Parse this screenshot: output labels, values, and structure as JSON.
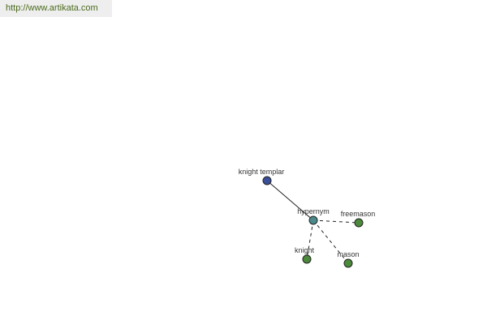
{
  "header": {
    "url": "http://www.artikata.com"
  },
  "graph": {
    "nodes": [
      {
        "id": "knight_templar",
        "label": "knight templar",
        "color": "#3a4f9a"
      },
      {
        "id": "hypernym",
        "label": "hypernym",
        "color": "#4a8a8a"
      },
      {
        "id": "freemason",
        "label": "freemason",
        "color": "#4a8a3a"
      },
      {
        "id": "knight",
        "label": "knight",
        "color": "#4a8a3a"
      },
      {
        "id": "mason",
        "label": "mason",
        "color": "#4a8a3a"
      }
    ],
    "edges": [
      {
        "from": "knight_templar",
        "to": "hypernym",
        "style": "solid"
      },
      {
        "from": "hypernym",
        "to": "freemason",
        "style": "dashed"
      },
      {
        "from": "hypernym",
        "to": "knight",
        "style": "dashed"
      },
      {
        "from": "hypernym",
        "to": "mason",
        "style": "dashed"
      }
    ]
  }
}
